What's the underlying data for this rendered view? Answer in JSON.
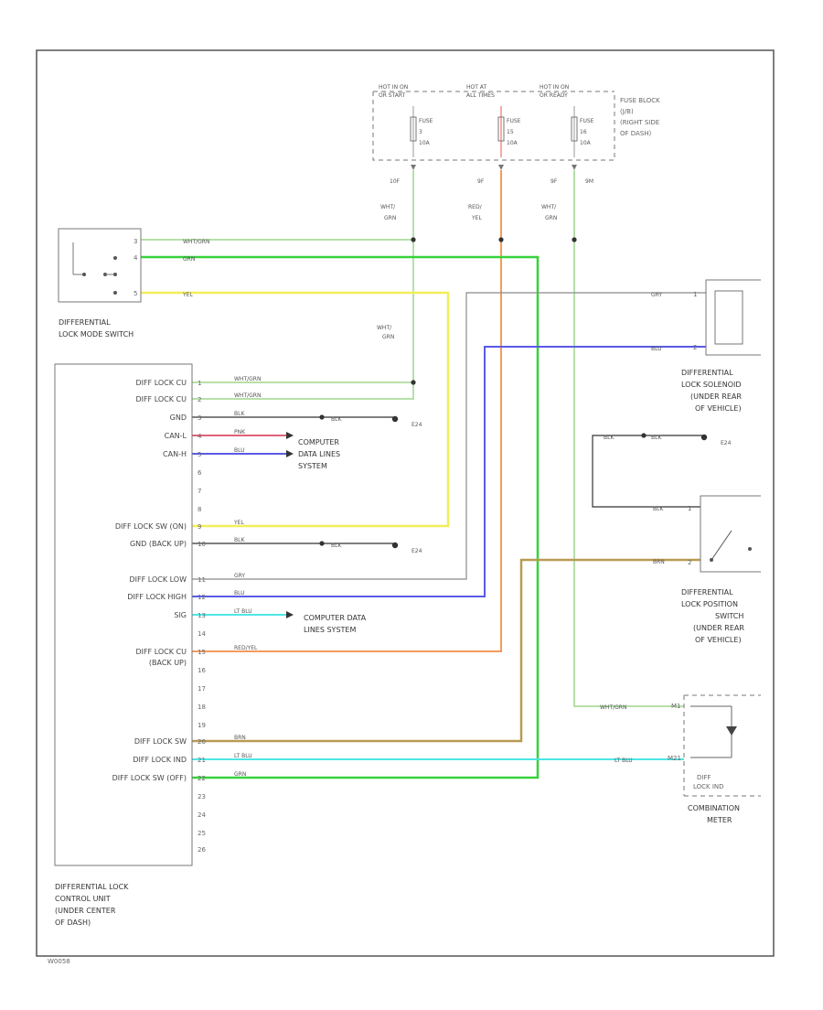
{
  "diagram_id": "W0058",
  "fuse_block": {
    "label": [
      "FUSE BLOCK",
      "(J/B)",
      "(RIGHT SIDE",
      "OF DASH)"
    ],
    "fuses": [
      {
        "power": [
          "HOT IN ON",
          "OR START"
        ],
        "fuse": [
          "FUSE",
          "3",
          "10A"
        ],
        "connector": "10F",
        "wire": [
          "WHT/",
          "GRN"
        ]
      },
      {
        "power": [
          "HOT AT",
          "ALL TIMES"
        ],
        "fuse": [
          "FUSE",
          "15",
          "10A"
        ],
        "connector": "9F",
        "wire": [
          "RED/",
          "YEL"
        ]
      },
      {
        "power": [
          "HOT IN ON",
          "OR READY"
        ],
        "fuse": [
          "FUSE",
          "16",
          "10A"
        ],
        "connector": "9F",
        "connector2": "9M",
        "wire": [
          "WHT/",
          "GRN"
        ]
      }
    ]
  },
  "mode_switch": {
    "label": [
      "DIFFERENTIAL",
      "LOCK MODE SWITCH"
    ],
    "pins": [
      "3",
      "4",
      "5"
    ],
    "wires": [
      "WHT/GRN",
      "GRN",
      "YEL"
    ]
  },
  "splice_label": [
    "WHT/",
    "GRN"
  ],
  "control_unit": {
    "label": [
      "DIFFERENTIAL LOCK",
      "CONTROL UNIT",
      "(UNDER CENTER",
      "OF DASH)"
    ],
    "pins": [
      {
        "no": "1",
        "name": "DIFF LOCK CU",
        "wire": "WHT/GRN"
      },
      {
        "no": "2",
        "name": "DIFF LOCK CU",
        "wire": "WHT/GRN"
      },
      {
        "no": "3",
        "name": "GND",
        "wire": "BLK"
      },
      {
        "no": "4",
        "name": "CAN-L",
        "wire": "PNK"
      },
      {
        "no": "5",
        "name": "CAN-H",
        "wire": "BLU"
      },
      {
        "no": "6",
        "name": "",
        "wire": ""
      },
      {
        "no": "7",
        "name": "",
        "wire": ""
      },
      {
        "no": "8",
        "name": "",
        "wire": ""
      },
      {
        "no": "9",
        "name": "DIFF LOCK SW (ON)",
        "wire": "YEL"
      },
      {
        "no": "10",
        "name": "GND (BACK UP)",
        "wire": "BLK"
      },
      {
        "no": "11",
        "name": "DIFF LOCK LOW",
        "wire": "GRY"
      },
      {
        "no": "12",
        "name": "DIFF LOCK HIGH",
        "wire": "BLU"
      },
      {
        "no": "13",
        "name": "SIG",
        "wire": "LT BLU"
      },
      {
        "no": "14",
        "name": "",
        "wire": ""
      },
      {
        "no": "15",
        "name": "DIFF LOCK CU",
        "name2": "(BACK UP)",
        "wire": "RED/YEL"
      },
      {
        "no": "16",
        "name": "",
        "wire": ""
      },
      {
        "no": "17",
        "name": "",
        "wire": ""
      },
      {
        "no": "18",
        "name": "",
        "wire": ""
      },
      {
        "no": "19",
        "name": "",
        "wire": ""
      },
      {
        "no": "20",
        "name": "DIFF LOCK SW",
        "wire": "BRN"
      },
      {
        "no": "21",
        "name": "DIFF LOCK IND",
        "wire": "LT BLU"
      },
      {
        "no": "22",
        "name": "DIFF LOCK SW (OFF)",
        "wire": "GRN"
      },
      {
        "no": "23",
        "name": "",
        "wire": ""
      },
      {
        "no": "24",
        "name": "",
        "wire": ""
      },
      {
        "no": "25",
        "name": "",
        "wire": ""
      },
      {
        "no": "26",
        "name": "",
        "wire": ""
      }
    ]
  },
  "grounds": {
    "gnd1": {
      "wire": "BLK",
      "name": "E24"
    },
    "gnd2": {
      "wire": "BLK",
      "name": "E24"
    },
    "gnd3": {
      "wire": "BLK",
      "wire2": "BLK",
      "name": "E24"
    }
  },
  "data_lines_1": [
    "COMPUTER",
    "DATA LINES",
    "SYSTEM"
  ],
  "data_lines_2": [
    "COMPUTER DATA",
    "LINES SYSTEM"
  ],
  "solenoid": {
    "label": [
      "DIFFERENTIAL",
      "LOCK SOLENOID",
      "(UNDER REAR",
      "OF VEHICLE)"
    ],
    "pins": [
      "1",
      "2"
    ],
    "wires": [
      "GRY",
      "BLU"
    ]
  },
  "position_switch": {
    "label": [
      "DIFFERENTIAL",
      "LOCK POSITION",
      "SWITCH",
      "(UNDER REAR",
      "OF VEHICLE)"
    ],
    "pins": [
      "1",
      "2"
    ],
    "wires": [
      "BLK",
      "BRN"
    ]
  },
  "meter": {
    "label": [
      "COMBINATION",
      "METER"
    ],
    "indicator": [
      "DIFF",
      "LOCK IND"
    ],
    "pins": [
      "M1",
      "M21"
    ],
    "wires": [
      "WHT/GRN",
      "LT BLU"
    ]
  },
  "colors": {
    "wht_grn": "#9ed68c",
    "grn": "#36d23a",
    "yel": "#f2ee5a",
    "red_yel": "#f49a5e",
    "blu": "#5a5ae6",
    "gry": "#8a8a8a",
    "brn": "#b89a52",
    "lt_blu": "#4ee6e6",
    "pnk": "#e0607a",
    "blk": "#333333",
    "red_fuse": "#ee5555"
  }
}
